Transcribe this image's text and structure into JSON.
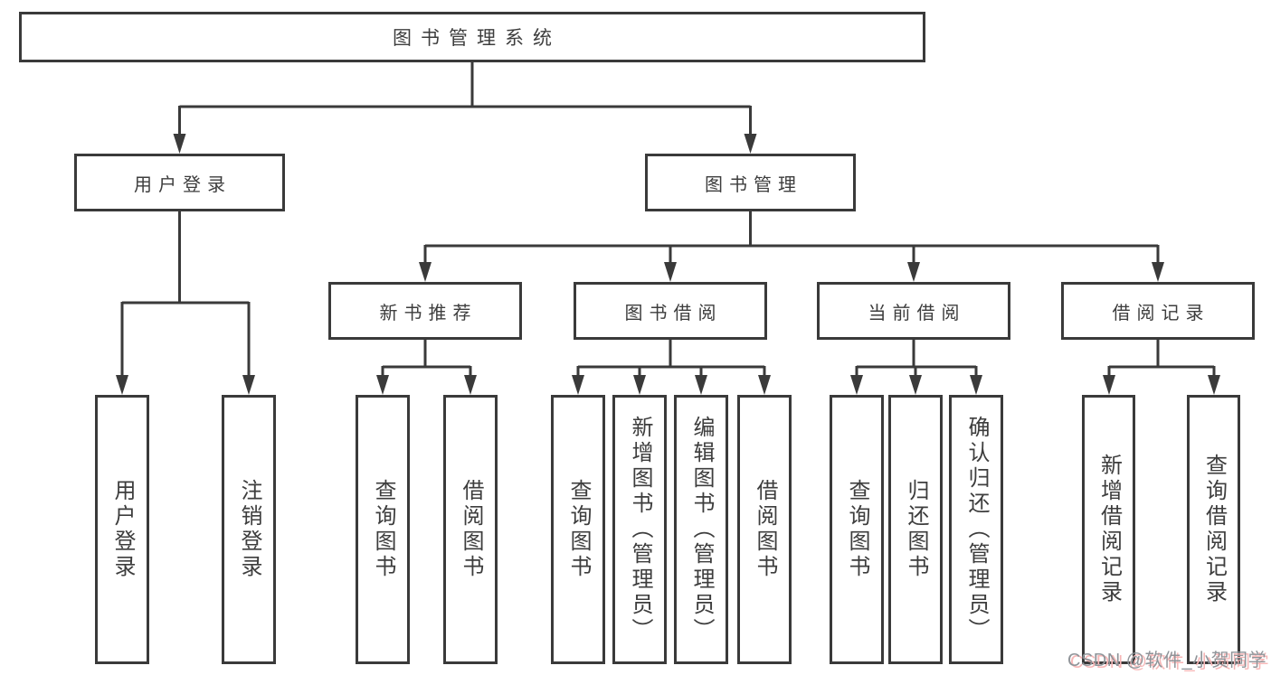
{
  "diagram": {
    "root": {
      "label": "图书管理系统"
    },
    "branches": [
      {
        "label": "用户登录",
        "children": [
          {
            "label": "用户登录"
          },
          {
            "label": "注销登录"
          }
        ]
      },
      {
        "label": "图书管理",
        "children": [
          {
            "label": "新书推荐",
            "children": [
              {
                "label": "查询图书"
              },
              {
                "label": "借阅图书"
              }
            ]
          },
          {
            "label": "图书借阅",
            "children": [
              {
                "label": "查询图书"
              },
              {
                "label": "新增图书（管理员）"
              },
              {
                "label": "编辑图书（管理员）"
              },
              {
                "label": "借阅图书"
              }
            ]
          },
          {
            "label": "当前借阅",
            "children": [
              {
                "label": "查询图书"
              },
              {
                "label": "归还图书"
              },
              {
                "label": "确认归还（管理员）"
              }
            ]
          },
          {
            "label": "借阅记录",
            "children": [
              {
                "label": "新增借阅记录"
              },
              {
                "label": "查询借阅记录"
              }
            ]
          }
        ]
      }
    ]
  },
  "watermark": {
    "text": "CSDN @软件_小贺同学"
  },
  "colors": {
    "line": "#3a3a3a",
    "box_border": "#3a3a3a",
    "box_fill": "#ffffff",
    "text": "#3d3d3d",
    "watermark_text": "#8f9499",
    "watermark_shadow": "#f7b6b6"
  }
}
